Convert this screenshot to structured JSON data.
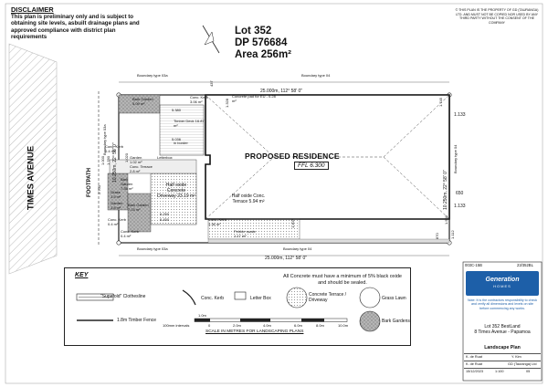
{
  "disclaimer": {
    "title": "DISCLAIMER",
    "text": "This plan is preliminary only and is subject to obtaining site levels, asbuilt drainage plans and approved compliance with district plan requirements"
  },
  "lot": {
    "line1": "Lot 352",
    "line2": "DP 576684",
    "line3": "Area 256m²"
  },
  "copyright": "© THIS PLAN IS THE PROPERTY OF GD (TAURANGA) LTD. AND MUST NOT BE COPIED NOR USED BY ANY THIRD PARTY WITHOUT THE CONSENT OF THE COMPANY",
  "street": "TIMES AVENUE",
  "footpath": "FOOTPATH",
  "boundaries": {
    "top_left": "Boundary type 03a",
    "top_right": "Boundary type 04",
    "bottom_left": "Boundary type 03a",
    "bottom_right": "Boundary type 04",
    "right_side": "Boundary type 04",
    "left_side": "Boundary type 03a"
  },
  "dims": {
    "top": "25.000m, 112° 58' 0\"",
    "bottom": "25.000m, 112° 58' 0\"",
    "right": "10.250m, 22° 58' 0\"",
    "left": "10.250m, 22° 58' 0\"",
    "d1133a": "1.133",
    "d1133b": "1.133",
    "d650": "650",
    "d2700": "2.700",
    "d1112": "1.112",
    "d1500": "1.500",
    "d1328": "1.328",
    "d1407": "1.407",
    "d437": "437",
    "d1745": "1.745",
    "d5380": "5.380",
    "d5036": "5.036",
    "d6250": "6.250",
    "d6450": "6.450",
    "d1000": "1.000",
    "d1780": "1.780",
    "d1020": "1.020",
    "d870": "870"
  },
  "areas": {
    "bark_top": "Bark Garden 5.09 m²",
    "conc_kerb_top": "Conc. Kerb 3.06 m²",
    "concrete_pad": "Concrete pad for EU - 0.28 m²",
    "timber_deck": "Timber Deck 16.87 m²",
    "conc_kerb_left": "Conc. Kerb 0.4 m²",
    "garden_left": "Garden 1.02 m²",
    "letterbox": "Letterbox",
    "conc_terrace_small": "Conc. Terrace 2.8 m²",
    "bark_left": "Bark Garden 7.35 m²",
    "bark_lower": "Bark Garden 7.03 m²",
    "driveway": "Half oxide Concrete Driveway 23.19 m²",
    "conc_terrace": "Half oxide Conc. Terrace 5.94 m²",
    "conc_kerb_bl": "Conc. Kerb 0.4 m²",
    "conc_kerb_br": "Conc. Kerb 0.4 m²",
    "conc_kerb_bm": "Conc. Kerb 1.36 m²",
    "pebble_swale": "Pebble swale 1.17 m²",
    "in_border": "in border",
    "grass": "Grass 1.5 m²",
    "garden_mid": "Garden 1.8 m²"
  },
  "house": {
    "label": "PROPOSED RESIDENCE",
    "ffl": "FFL 6.300"
  },
  "key": {
    "title": "KEY",
    "clothesline": "\"Supafold\" Clothesline",
    "conc_kerb": "Conc. Kerb",
    "letter_box": "Letter Box",
    "timber_fence": "1.8m Timber Fence",
    "concrete_terrace": "Concrete Terrace / Driveway",
    "grass_lawn": "Grass Lawn",
    "bark_gardens": "Bark Gardens",
    "concrete_note": "All Concrete must have a minimum of 5% black oxide and should be sealed."
  },
  "scale": {
    "top_label": "1.0m",
    "labels": [
      "0",
      "2.0m",
      "4.0m",
      "6.0m",
      "8.0m",
      "10.0m"
    ],
    "interval_label": "100mm intervals",
    "caption": "SCALE IN METRES FOR LANDSCAPING PLANS"
  },
  "title_block": {
    "code_left": "003C-15B",
    "code_right": "23/352BL",
    "logo_line1": "Generation",
    "logo_line2": "HOMES",
    "note": "Note: It is the contractors responsibility to check and verify all dimensions and levels on site before commencing any works.",
    "address_line1": "Lot 352 BestLand",
    "address_line2": "8 Times Avenue - Papamoa",
    "plan_title": "Landscape Plan",
    "row1_left": "K. de Ruat",
    "row1_right": "Y. Kim",
    "row2_left": "K. de Ruat",
    "row2_right": "GD (Tauranga) Ltd",
    "row3_left": "15/12/2023",
    "row3_mid": "1:100",
    "row3_right": "05"
  },
  "colors": {
    "blue": "#1d5fa8",
    "bark": "#9a9a9a",
    "concrete": "#dcdcdc",
    "line": "#222222"
  }
}
